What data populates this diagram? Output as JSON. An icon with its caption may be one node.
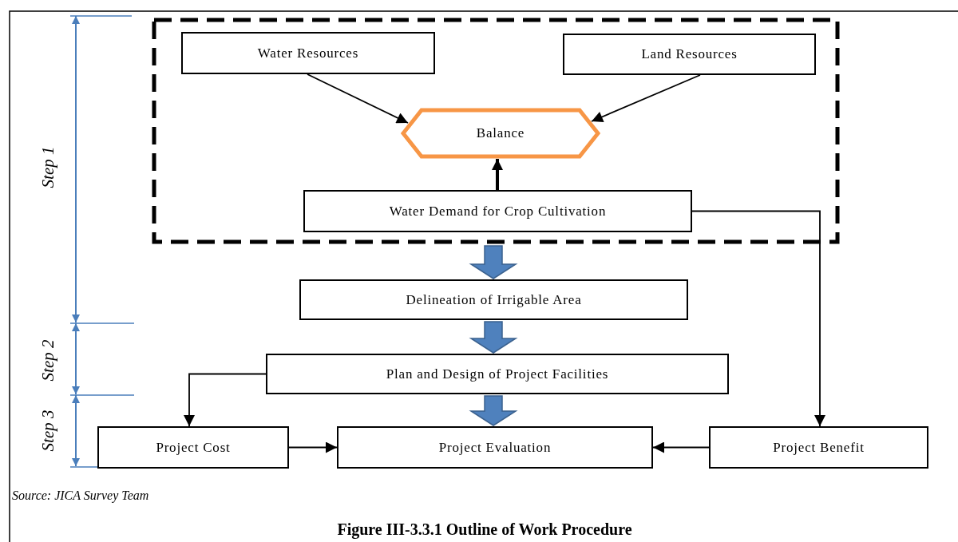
{
  "diagram": {
    "caption": "Figure III-3.3.1 Outline of Work Procedure",
    "nodes": [
      {
        "text": [],
        "shape": "box"
      },
      {
        "text": [
          "Water Resources"
        ],
        "in": 0
      },
      {
        "text": [
          "Land Resources"
        ],
        "in": 0
      },
      {
        "text": [
          "Balance"
        ],
        "in": 0
      },
      {
        "text": [
          "Water Demand for Crop Cultivation"
        ],
        "in": 0
      },
      {
        "text": [
          "Delineation of Irrigable Area"
        ]
      },
      {
        "text": [
          "Plan and Design of Project Facilities"
        ]
      },
      {
        "text": [
          "Project Cost"
        ]
      },
      {
        "text": [
          "Project Evaluation"
        ]
      },
      {
        "text": [
          "Project Benefit"
        ]
      }
    ],
    "edges": [
      {
        "from": 1,
        "to": 3,
        "arrow": "to"
      },
      {
        "from": 2,
        "to": 3,
        "arrow": "to"
      },
      {
        "from": 4,
        "to": 3,
        "arrow": "to",
        "style": "thick"
      },
      {
        "from": 0,
        "to": 5,
        "arrow": "to",
        "style": "thick",
        "color": "#4f81bd"
      },
      {
        "from": 5,
        "to": 6,
        "arrow": "to",
        "style": "thick",
        "color": "#4f81bd"
      },
      {
        "from": 6,
        "to": 8,
        "arrow": "to",
        "style": "thick",
        "color": "#4f81bd"
      },
      {
        "from": 6,
        "to": 7,
        "arrow": "to"
      },
      {
        "from": 4,
        "to": 9,
        "arrow": "to"
      },
      {
        "from": 7,
        "to": 8,
        "arrow": "to"
      },
      {
        "from": 9,
        "to": 8,
        "arrow": "to"
      }
    ],
    "labels": [
      "Step 1",
      "Step 2",
      "Step 3",
      "Source: JICA Survey Team"
    ]
  }
}
